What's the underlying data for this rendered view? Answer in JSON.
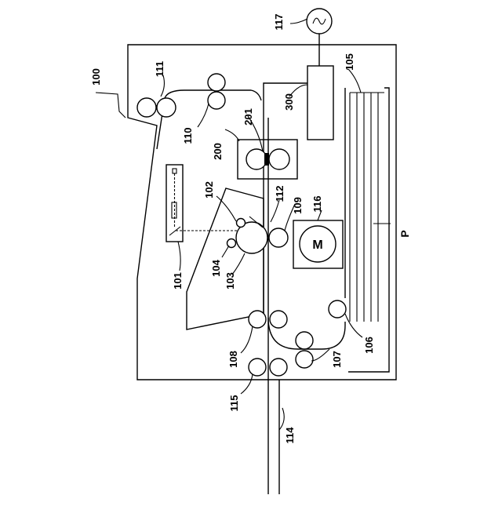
{
  "labels": {
    "l100": "100",
    "l101": "101",
    "l102": "102",
    "l103": "103",
    "l104": "104",
    "l105": "105",
    "l106": "106",
    "l107": "107",
    "l108": "108",
    "l109": "109",
    "l110": "110",
    "l111": "111",
    "l112": "112",
    "l114": "114",
    "l115": "115",
    "l116": "116",
    "l117": "117",
    "l200": "200",
    "l201": "201",
    "l300": "300",
    "lP": "P",
    "motor": "M"
  }
}
